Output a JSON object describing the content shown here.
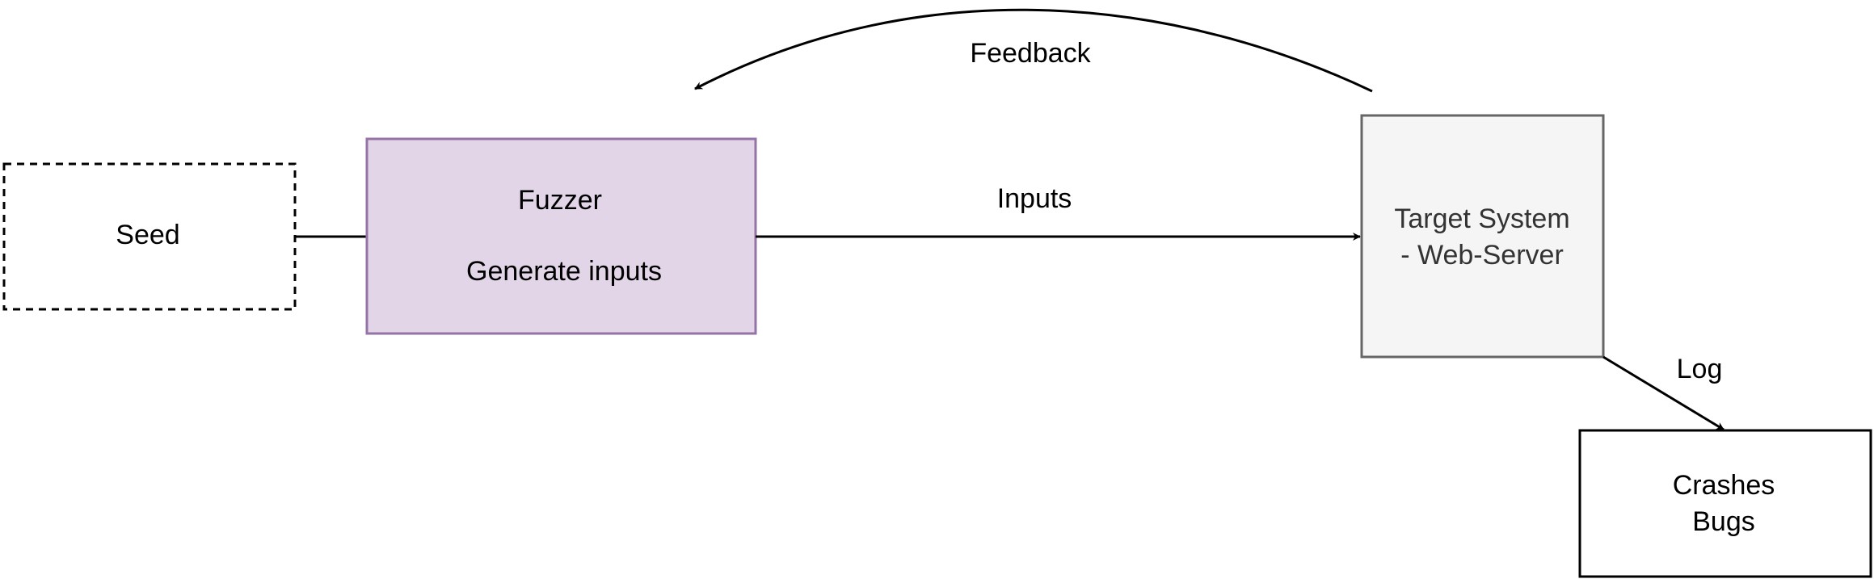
{
  "nodes": {
    "seed": {
      "label": "Seed"
    },
    "fuzzer": {
      "title": "Fuzzer",
      "subtitle": "Generate inputs",
      "fill": "#e1d5e7",
      "stroke": "#9673a6"
    },
    "target": {
      "line1": "Target System",
      "line2": "- Web-Server",
      "fill": "#f5f5f5",
      "stroke": "#666666",
      "text_color": "#333333"
    },
    "crashes": {
      "line1": "Crashes",
      "line2": "Bugs"
    }
  },
  "edges": {
    "feedback": {
      "label": "Feedback"
    },
    "inputs": {
      "label": "Inputs"
    },
    "log": {
      "label": "Log"
    }
  }
}
